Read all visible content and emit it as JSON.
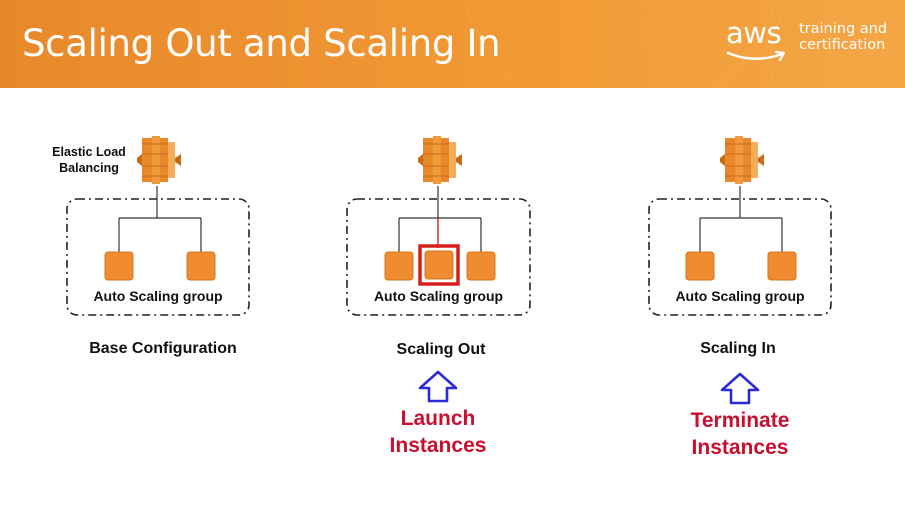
{
  "header": {
    "title": "Scaling Out and Scaling In",
    "logo_word": "aws",
    "logo_sub_line1": "training and",
    "logo_sub_line2": "certification"
  },
  "colors": {
    "header_orange": "#f29a36",
    "icon_orange": "#e8882a",
    "instance_orange": "#ee8c2f",
    "highlight_red": "#d81f1f",
    "action_red": "#c8102e",
    "arrow_blue": "#2a2ad8"
  },
  "elb_label": "Elastic Load Balancing",
  "panels": [
    {
      "asg_label": "Auto Scaling group",
      "caption": "Base Configuration"
    },
    {
      "asg_label": "Auto Scaling group",
      "caption": "Scaling Out",
      "action": "Launch Instances",
      "action_line1": "Launch",
      "action_line2": "Instances"
    },
    {
      "asg_label": "Auto Scaling group",
      "caption": "Scaling In",
      "action": "Terminate Instances",
      "action_line1": "Terminate",
      "action_line2": "Instances"
    }
  ],
  "icons": [
    "elastic-load-balancing-icon",
    "ec2-instance-icon",
    "up-arrow-icon"
  ]
}
